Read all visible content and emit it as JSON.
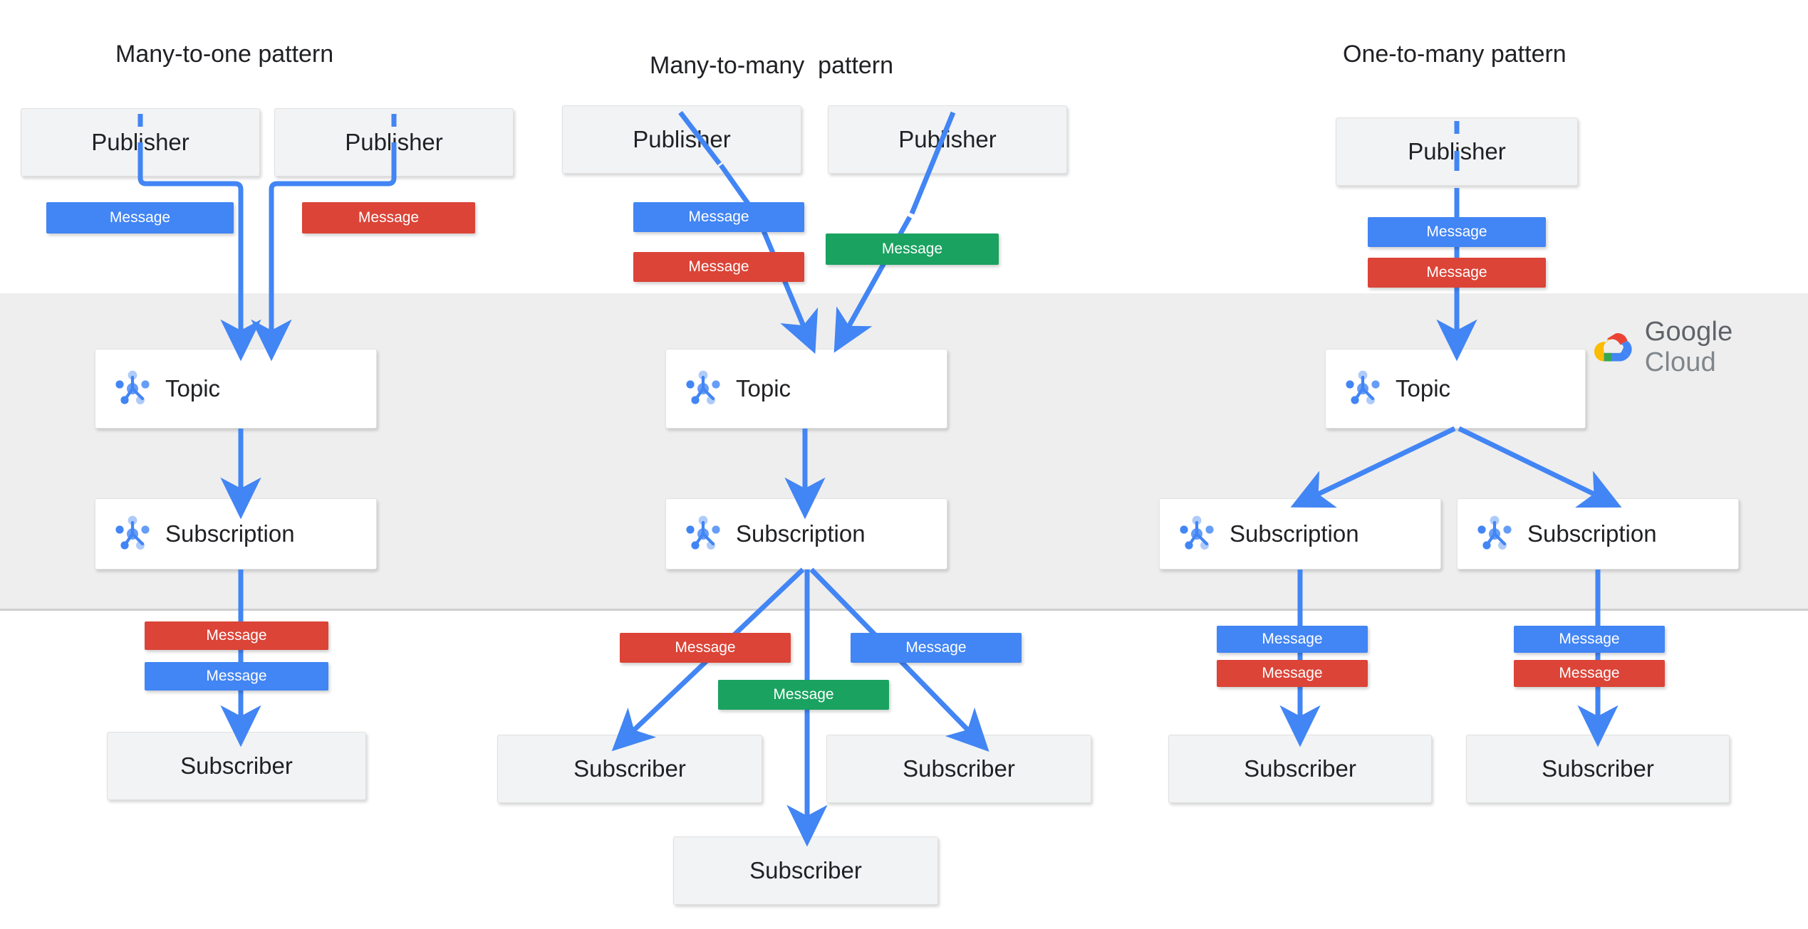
{
  "diagram": {
    "title_many_to_one": "Many-to-one pattern",
    "title_many_to_many": "Many-to-many  pattern",
    "title_one_to_many": "One-to-many pattern",
    "labels": {
      "publisher": "Publisher",
      "subscriber": "Subscriber",
      "topic": "Topic",
      "subscription": "Subscription",
      "message": "Message"
    },
    "brand": {
      "word_google": "Google",
      "word_cloud": "Cloud"
    },
    "colors": {
      "message_blue": "#4285F4",
      "message_red": "#DB4437",
      "message_green": "#1AA260",
      "arrow_blue": "#4285F4",
      "band_grey": "#EEEEEE",
      "node_grey": "#F1F3F4",
      "node_white": "#FFFFFF",
      "icon_blue_dark": "#4285F4",
      "icon_blue_light": "#AECBFA",
      "text": "#202124",
      "brand_text": "#5F6368"
    },
    "columns": [
      {
        "id": "many-to-one",
        "title": "Many-to-one pattern",
        "publishers": [
          "Publisher",
          "Publisher"
        ],
        "publisher_messages": [
          "Message",
          "Message"
        ],
        "publisher_message_colors": [
          "blue",
          "red"
        ],
        "topic": "Topic",
        "subscriptions": [
          "Subscription"
        ],
        "subscription_messages": [
          "Message",
          "Message"
        ],
        "subscription_message_colors": [
          "red",
          "blue"
        ],
        "subscribers": [
          "Subscriber"
        ]
      },
      {
        "id": "many-to-many",
        "title": "Many-to-many  pattern",
        "publishers": [
          "Publisher",
          "Publisher"
        ],
        "publisher_messages": [
          "Message",
          "Message",
          "Message"
        ],
        "publisher_message_colors": [
          "blue",
          "red",
          "green"
        ],
        "topic": "Topic",
        "subscriptions": [
          "Subscription"
        ],
        "subscription_messages": [
          "Message",
          "Message",
          "Message"
        ],
        "subscription_message_colors": [
          "red",
          "blue",
          "green"
        ],
        "subscribers": [
          "Subscriber",
          "Subscriber",
          "Subscriber"
        ]
      },
      {
        "id": "one-to-many",
        "title": "One-to-many pattern",
        "publishers": [
          "Publisher"
        ],
        "publisher_messages": [
          "Message",
          "Message"
        ],
        "publisher_message_colors": [
          "blue",
          "red"
        ],
        "topic": "Topic",
        "subscriptions": [
          "Subscription",
          "Subscription"
        ],
        "subscription_messages": [
          "Message",
          "Message",
          "Message",
          "Message"
        ],
        "subscription_message_colors": [
          "blue",
          "red",
          "blue",
          "red"
        ],
        "subscribers": [
          "Subscriber",
          "Subscriber"
        ]
      }
    ]
  }
}
